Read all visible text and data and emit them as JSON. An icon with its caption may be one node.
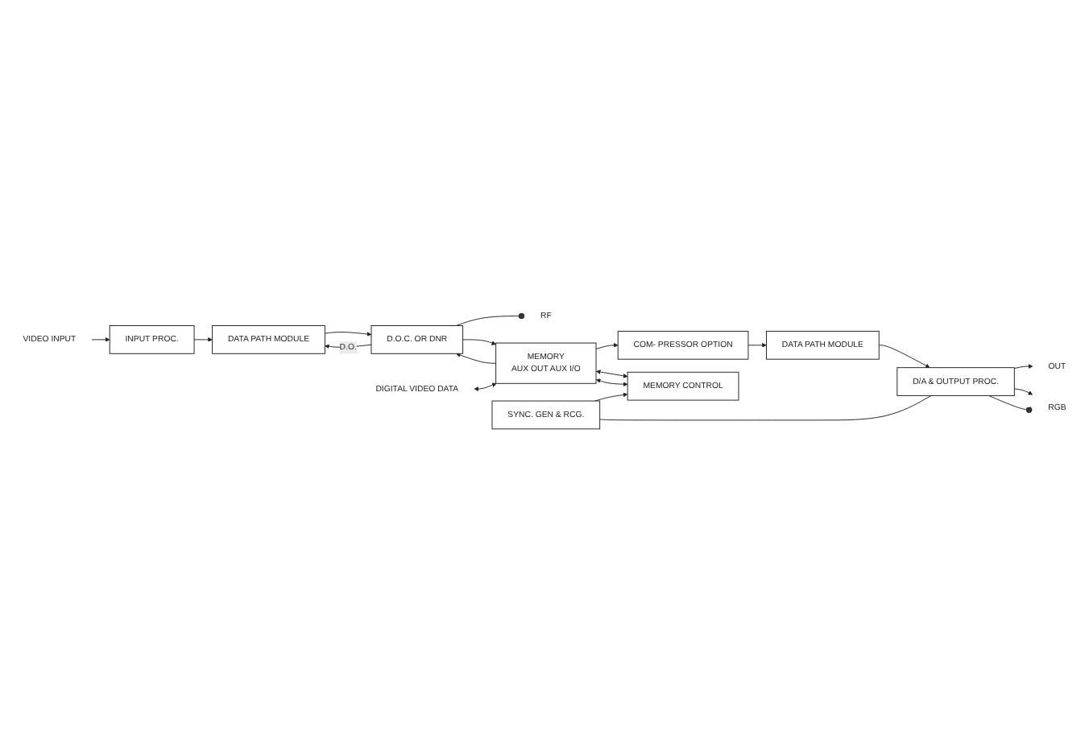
{
  "diagram": {
    "nodes": [
      {
        "text": [
          "RF"
        ]
      },
      {
        "text": [
          "VIDEO INPUT"
        ]
      },
      {
        "text": [
          "INPUT PROC."
        ]
      },
      {
        "text": [
          "DATA PATH MODULE"
        ]
      },
      {
        "text": [
          "D.O.C. OR DNR"
        ]
      },
      {
        "text": [
          "MEMORY",
          "AUX OUT AUX I/O"
        ]
      },
      {
        "text": [
          "COM- PRESSOR OPTION"
        ]
      },
      {
        "text": [
          "DIGITAL VIDEO DATA"
        ]
      },
      {
        "text": [
          "MEMORY CONTROL"
        ]
      },
      {
        "text": [
          "DATA PATH MODULE"
        ]
      },
      {
        "text": [
          "SYNC. GEN & RCG."
        ]
      },
      {
        "text": [
          "D/A & OUTPUT PROC."
        ]
      },
      {
        "text": [
          "OUT"
        ]
      },
      {
        "text": [
          "RGB"
        ]
      }
    ],
    "edges": [
      {
        "from": 1,
        "to": 2,
        "arrow": "to"
      },
      {
        "from": 2,
        "to": 3,
        "arrow": "to"
      },
      {
        "from": 3,
        "to": 4,
        "arrow": "to"
      },
      {
        "from": 4,
        "to": 3,
        "label": "D.O.",
        "arrow": "to"
      },
      {
        "from": 4,
        "to": 0,
        "arrow": "other"
      },
      {
        "from": 4,
        "to": 5,
        "arrow": "to"
      },
      {
        "from": 5,
        "to": 4,
        "arrow": "to"
      },
      {
        "from": 7,
        "to": 5,
        "arrow": "both"
      },
      {
        "from": 5,
        "to": 6,
        "arrow": "to"
      },
      {
        "from": 5,
        "to": 8,
        "arrow": "both"
      },
      {
        "from": 5,
        "to": 8,
        "arrow": "both"
      },
      {
        "from": 6,
        "to": 9,
        "arrow": "to"
      },
      {
        "from": 10,
        "to": 8,
        "arrow": "to"
      },
      {
        "from": 9,
        "to": 11,
        "arrow": "to"
      },
      {
        "from": 10,
        "to": 11,
        "arrow": "none"
      },
      {
        "from": 11,
        "to": 12,
        "arrow": "to"
      },
      {
        "from": 11,
        "to": 13,
        "arrow": "to"
      },
      {
        "from": 11,
        "to": 13,
        "arrow": "other"
      }
    ]
  }
}
